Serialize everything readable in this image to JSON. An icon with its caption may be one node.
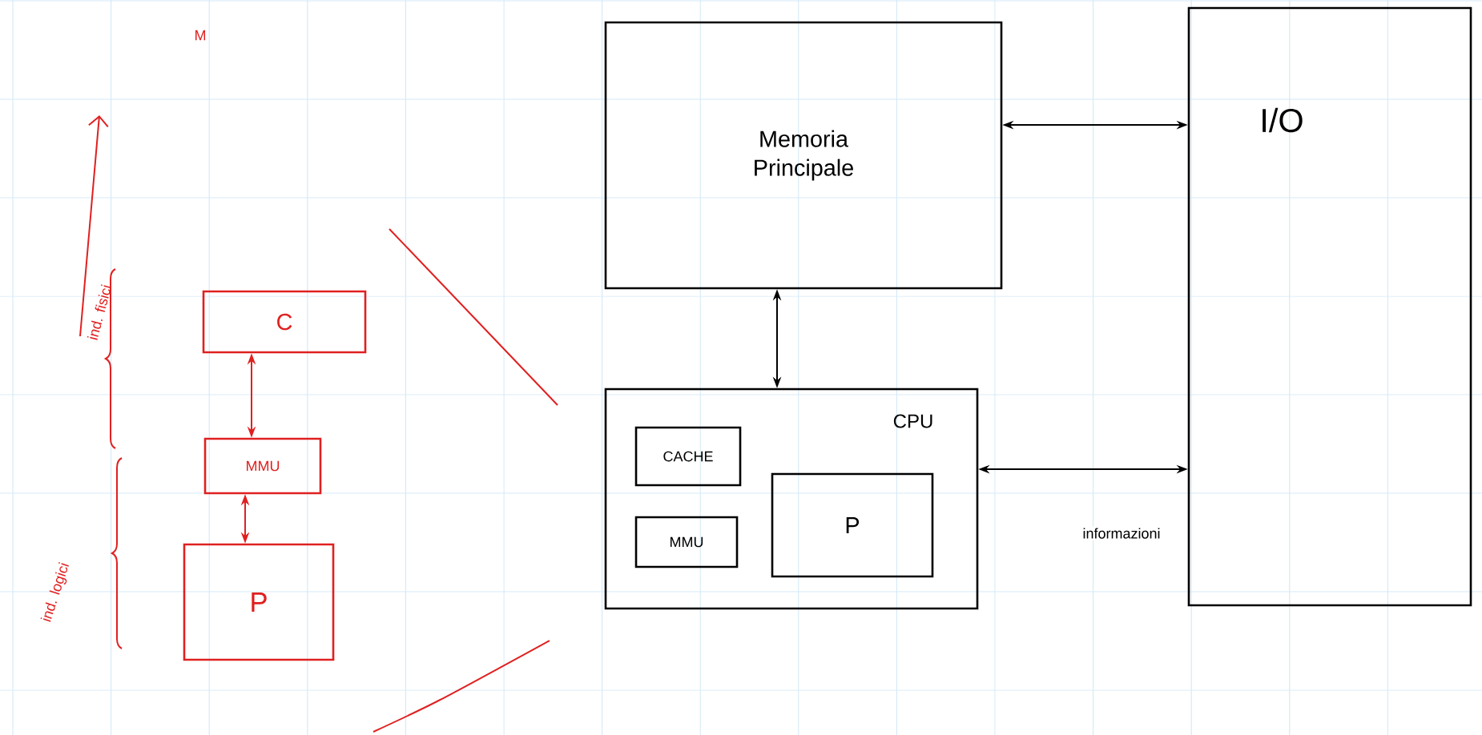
{
  "diagram": {
    "nodes": [
      {
        "text": [
          "Memoria Principale"
        ]
      },
      {
        "text": [
          "I/O"
        ]
      },
      {
        "text": [
          "CPU"
        ]
      },
      {
        "text": [
          "CACHE"
        ],
        "in": 2
      },
      {
        "text": [
          "MMU"
        ],
        "in": 2
      },
      {
        "text": [
          "P"
        ],
        "in": 2
      },
      {
        "text": [
          "C"
        ]
      },
      {
        "text": [
          "MMU"
        ]
      },
      {
        "text": [
          "P"
        ]
      }
    ],
    "edges": [
      {
        "from": 0,
        "to": 2,
        "arrow": "both"
      },
      {
        "from": 0,
        "to": 1,
        "arrow": "both"
      },
      {
        "from": 2,
        "to": 1,
        "arrow": "both",
        "label": "informazioni"
      },
      {
        "from": 6,
        "to": 7,
        "arrow": "both",
        "color": "#e02020"
      },
      {
        "from": 7,
        "to": 8,
        "arrow": "both",
        "color": "#e02020"
      }
    ],
    "labels": [
      "M",
      "ind. fisici",
      "ind. logici"
    ]
  }
}
